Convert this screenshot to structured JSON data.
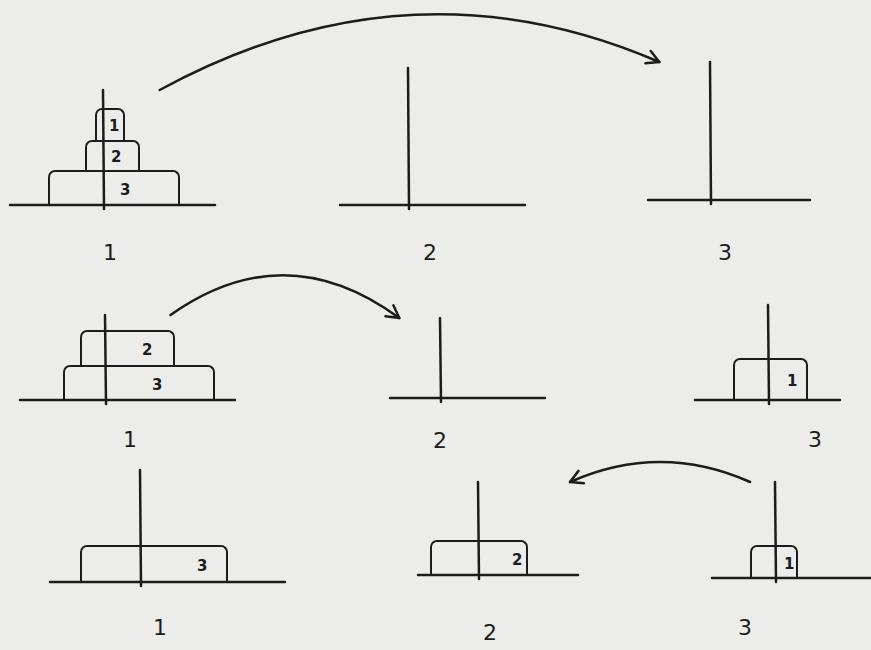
{
  "diagram": {
    "nodes": [
      {
        "text": [
          "1"
        ]
      },
      {
        "text": [
          "1"
        ],
        "in": 0
      },
      {
        "text": [
          "2"
        ],
        "in": 0
      },
      {
        "text": [
          "3"
        ],
        "in": 0
      },
      {
        "text": [
          "2"
        ]
      },
      {
        "text": [
          "3"
        ]
      },
      {
        "text": [
          "1"
        ]
      },
      {
        "text": [
          "2"
        ],
        "in": 6
      },
      {
        "text": [
          "3"
        ],
        "in": 6
      },
      {
        "text": [
          "2"
        ]
      },
      {
        "text": [
          "3"
        ]
      },
      {
        "text": [
          "1"
        ],
        "in": 10
      },
      {
        "text": [
          "1"
        ]
      },
      {
        "text": [
          "3"
        ],
        "in": 12
      },
      {
        "text": [
          "2"
        ]
      },
      {
        "text": [
          "2"
        ],
        "in": 14
      },
      {
        "text": [
          "3"
        ]
      },
      {
        "text": [
          "1"
        ],
        "in": 16
      }
    ],
    "edges": [
      {
        "from": 0,
        "to": 5,
        "arrow": "to"
      },
      {
        "from": 6,
        "to": 9,
        "arrow": "to"
      },
      {
        "from": 16,
        "to": 14,
        "arrow": "to"
      }
    ]
  }
}
